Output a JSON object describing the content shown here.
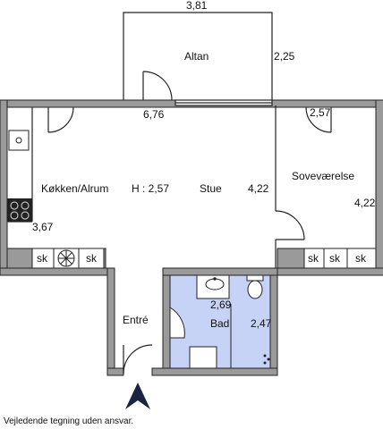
{
  "colors": {
    "wall": "#9a9a9a",
    "line": "#222222",
    "bathroom": "#c6d3f7",
    "arrow": "#1a2440"
  },
  "rooms": {
    "altan": {
      "label": "Altan",
      "width": "3,81",
      "depth": "2,25"
    },
    "kitchen": {
      "label": "Køkken/Alrum",
      "height_label": "H : 2,57",
      "depth": "3,67"
    },
    "living": {
      "label": "Stue",
      "width": "6,76",
      "depth": "4,22"
    },
    "bedroom": {
      "label": "Soveværelse",
      "width": "2,57",
      "depth": "4,22"
    },
    "entry": {
      "label": "Entré"
    },
    "bathroom": {
      "label": "Bad",
      "width": "2,69",
      "depth": "2,47"
    }
  },
  "cabinets": {
    "kitchen": [
      "sk",
      "sk"
    ],
    "bedroom": [
      "sk",
      "sk",
      "sk"
    ]
  },
  "icons": [
    "sink-icon",
    "stove-icon",
    "fan-icon",
    "washbasin-icon",
    "toilet-icon",
    "shower-icon",
    "entrance-arrow-icon"
  ],
  "disclaimer": "Vejledende tegning uden ansvar."
}
